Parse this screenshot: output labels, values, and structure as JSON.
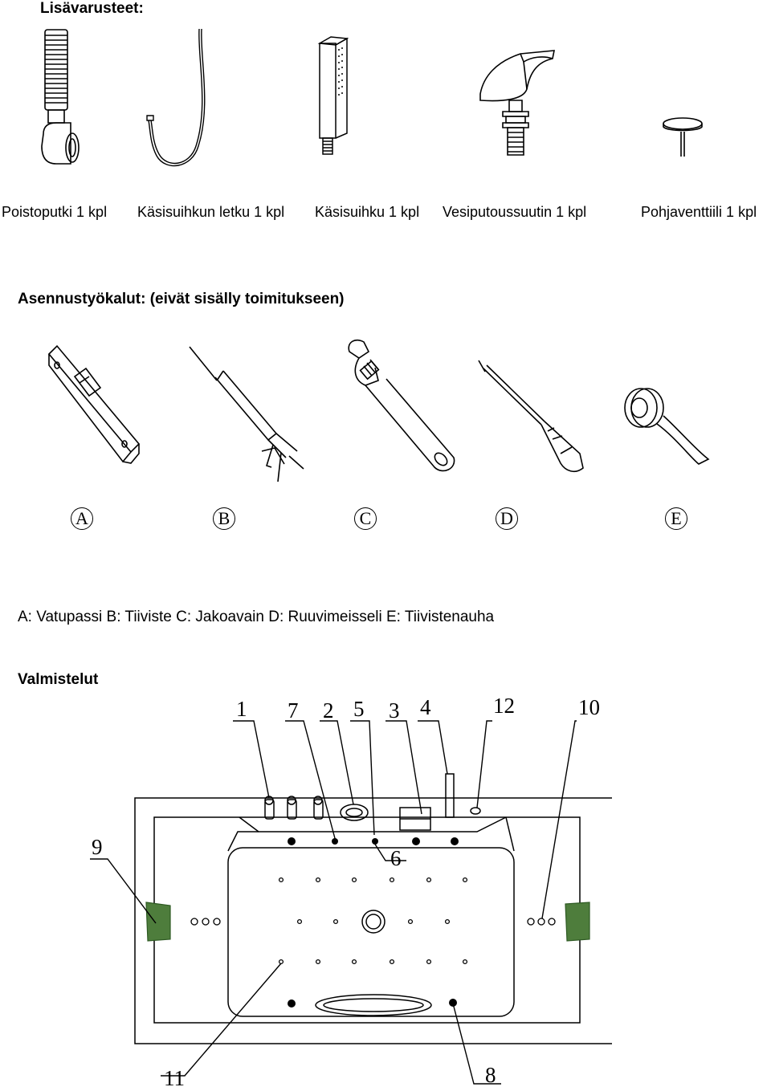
{
  "accessories": {
    "heading": "Lisävarusteet:",
    "items": [
      {
        "label": "Poistoputki 1 kpl",
        "icon": "drain-pipe-icon"
      },
      {
        "label": "Käsisuihkun letku 1 kpl",
        "icon": "shower-hose-icon"
      },
      {
        "label": "Käsisuihku 1 kpl",
        "icon": "hand-shower-icon"
      },
      {
        "label": "Vesiputoussuutin 1 kpl",
        "icon": "waterfall-spout-icon"
      },
      {
        "label": "Pohjaventtiili 1 kpl",
        "icon": "bottom-valve-icon"
      }
    ]
  },
  "tools": {
    "heading": "Asennustyökalut: (eivät sisälly toimitukseen)",
    "letters": [
      "A",
      "B",
      "C",
      "D",
      "E"
    ],
    "legend": "A: Vatupassi B: Tiiviste C: Jakoavain D: Ruuvimeisseli  E: Tiivistenauha"
  },
  "preparation": {
    "heading": "Valmistelut",
    "callouts": [
      "1",
      "7",
      "2",
      "5",
      "3",
      "4",
      "12",
      "10",
      "9",
      "6",
      "11",
      "8"
    ],
    "accent_color": "#4e7d3c"
  }
}
